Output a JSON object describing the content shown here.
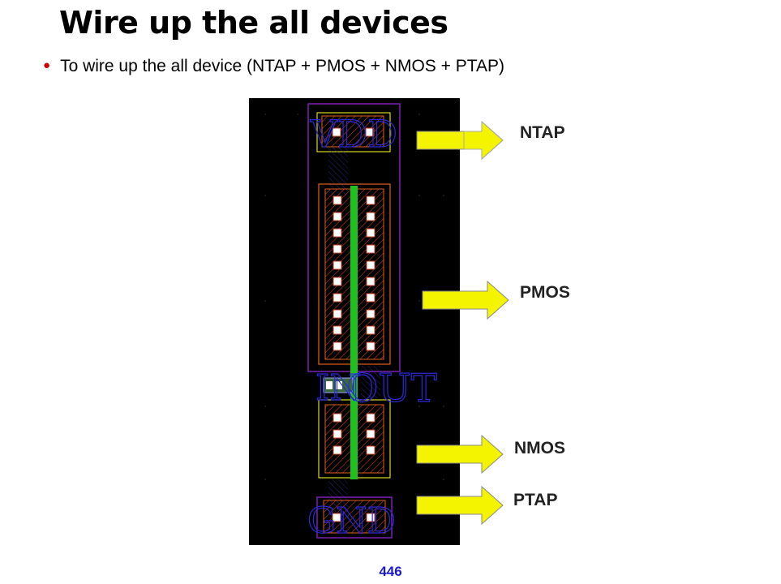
{
  "slide": {
    "title": "Wire up the all devices",
    "bullet": "To wire up the all device (NTAP + PMOS + NMOS + PTAP)",
    "page_number": "446"
  },
  "layout_text": {
    "top_net": "VDD",
    "mid_net": "OUT",
    "mid_net_prefix": "IN",
    "bottom_net": "GND"
  },
  "callouts": [
    "NTAP",
    "PMOS",
    "NMOS",
    "PTAP"
  ],
  "colors": {
    "arrow_fill": "#f4f400",
    "layout_bg": "#000000",
    "active_outline": "#e06020",
    "contact": "#ffffff",
    "poly": "#20c020",
    "metal": "#2a2ad8",
    "select_outline": "#e0e020",
    "well_outline": "#8020c0",
    "bullet_color": "#cc0000",
    "page_number_color": "#1a1ad0"
  }
}
